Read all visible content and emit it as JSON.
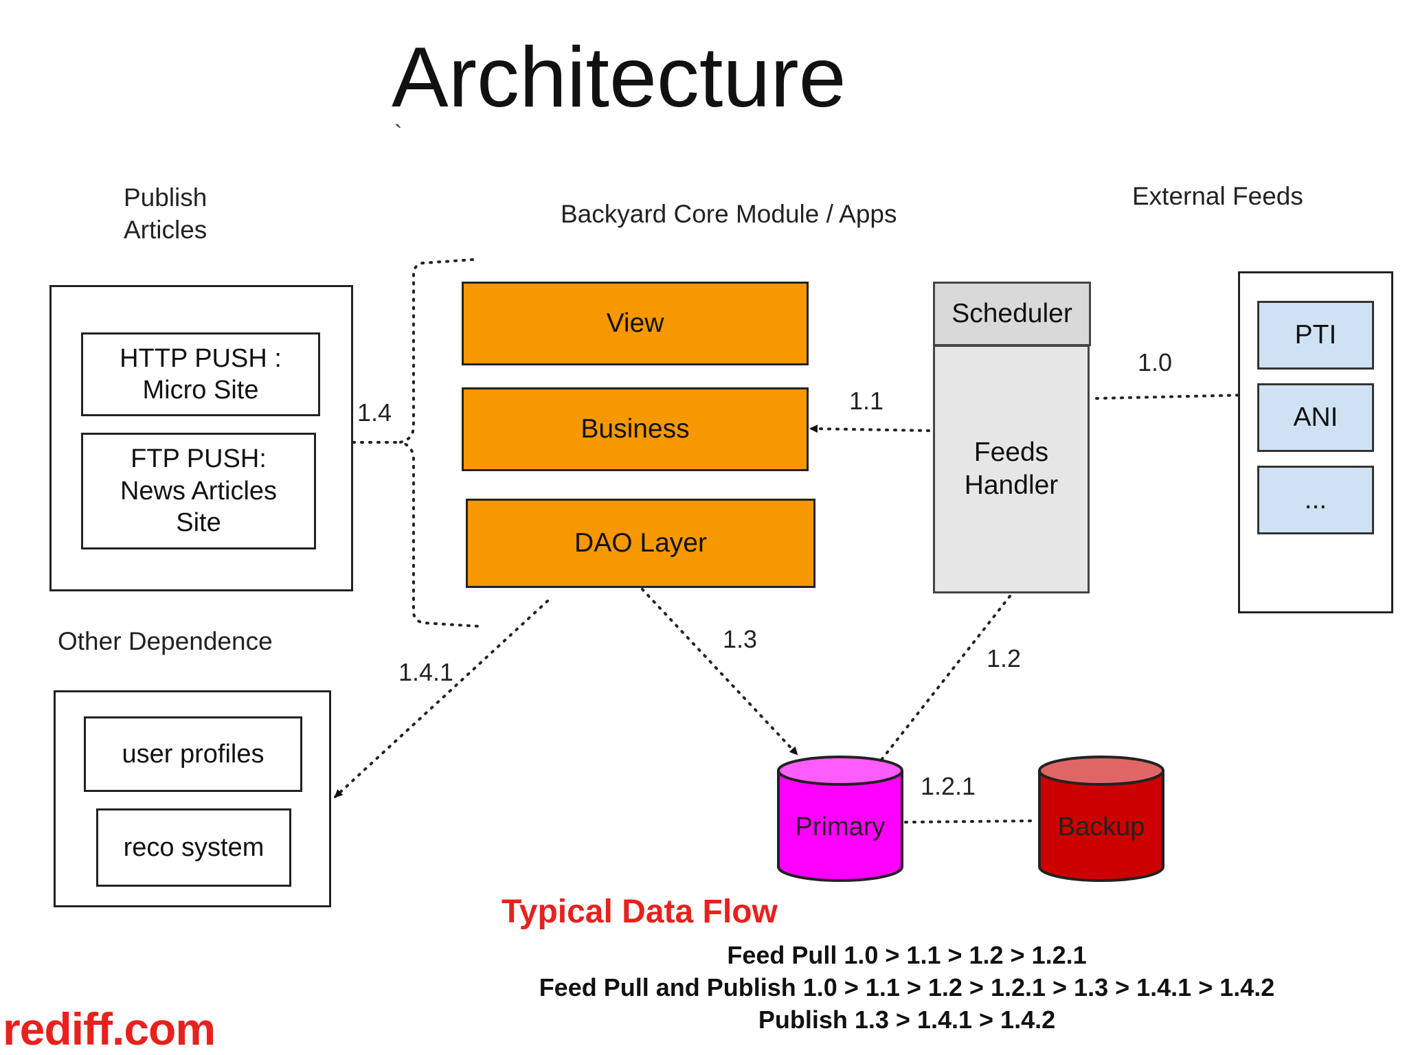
{
  "title": "Architecture",
  "stray_mark": "`",
  "headings": {
    "publish": [
      "Publish",
      "Articles"
    ],
    "core": "Backyard Core Module / Apps",
    "external": "External Feeds",
    "other": "Other Dependence"
  },
  "publish_items": {
    "http_push": [
      "HTTP PUSH :",
      "Micro Site"
    ],
    "ftp_push": [
      "FTP  PUSH:",
      "News Articles",
      "Site"
    ]
  },
  "core_layers": {
    "view": "View",
    "business": "Business",
    "dao": "DAO Layer"
  },
  "feeds": {
    "scheduler": "Scheduler",
    "handler": [
      "Feeds",
      "Handler"
    ]
  },
  "external_sources": [
    "PTI",
    "ANI",
    "..."
  ],
  "dependence_items": [
    "user profiles",
    "reco system"
  ],
  "databases": {
    "primary": "Primary",
    "backup": "Backup"
  },
  "edge_labels": {
    "e1_0": "1.0",
    "e1_1": "1.1",
    "e1_2": "1.2",
    "e1_2_1": "1.2.1",
    "e1_3": "1.3",
    "e1_4": "1.4",
    "e1_4_1": "1.4.1"
  },
  "flow": {
    "heading": "Typical Data Flow",
    "lines": [
      "Feed Pull 1.0 > 1.1 > 1.2 > 1.2.1",
      "Feed Pull and Publish 1.0 > 1.1 > 1.2 > 1.2.1 > 1.3 > 1.4.1 > 1.4.2",
      "Publish 1.3 > 1.4.1 > 1.4.2"
    ]
  },
  "logo": "rediff.com",
  "colors": {
    "layer_orange": "#f79800",
    "feeds_grey": "#e6e6e6",
    "source_blue": "#cfe2f3",
    "primary_magenta": "#ff00ff",
    "backup_red": "#cc0000",
    "flow_heading_red": "#e8211d",
    "logo_red": "#e8211d"
  }
}
